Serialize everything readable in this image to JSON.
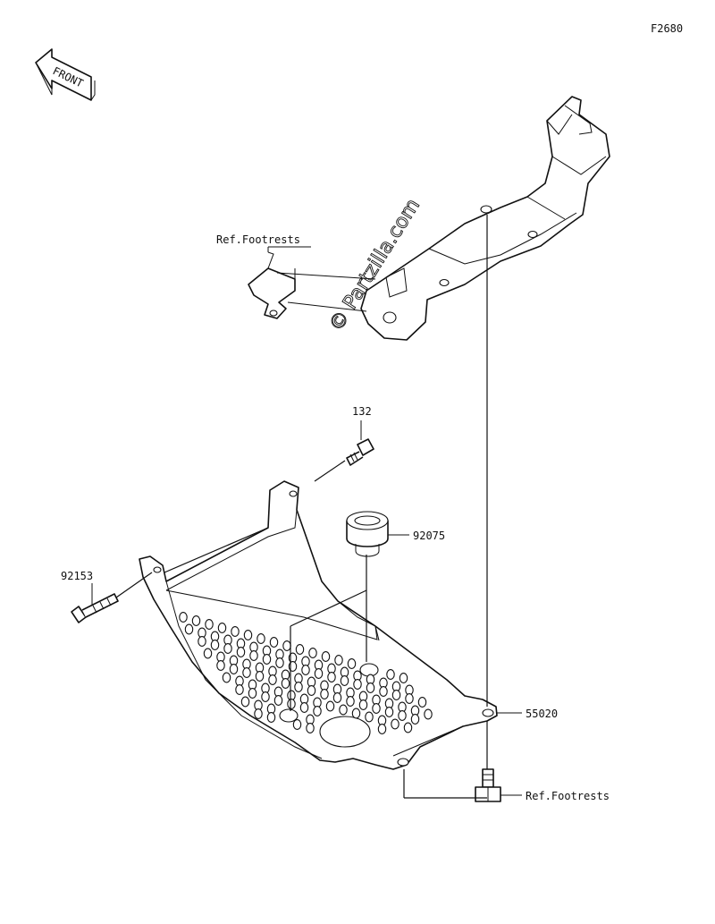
{
  "diagram": {
    "code": "F2680",
    "front_label": "FRONT",
    "watermark": "© Partzilla.com",
    "callouts": [
      {
        "id": "ref-footrests-top",
        "text": "Ref.Footrests"
      },
      {
        "id": "part-132",
        "text": "132"
      },
      {
        "id": "part-92075",
        "text": "92075"
      },
      {
        "id": "part-92153",
        "text": "92153"
      },
      {
        "id": "part-55020",
        "text": "55020"
      },
      {
        "id": "ref-footrests-bottom",
        "text": "Ref.Footrests"
      }
    ]
  }
}
